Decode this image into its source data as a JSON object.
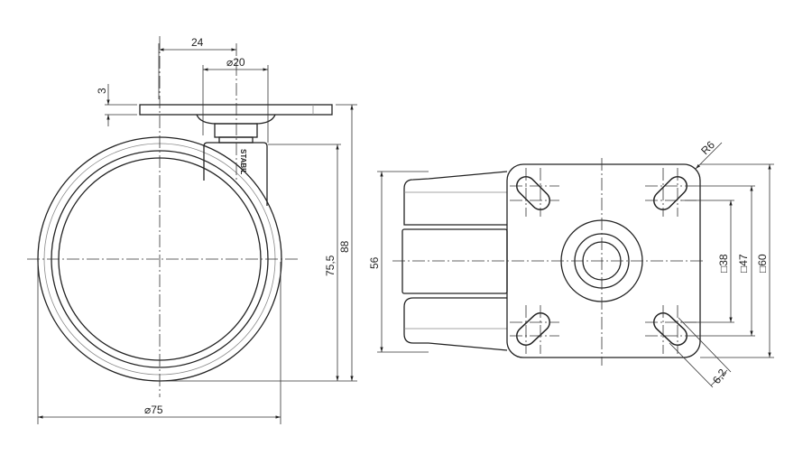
{
  "drawing": {
    "brand_marking": "STABIL",
    "side_view": {
      "dim_offset": "24",
      "dim_stem_diameter": "⌀20",
      "dim_plate_thickness": "3",
      "dim_total_height": "88",
      "dim_wheel_height": "75,5",
      "dim_wheel_diameter": "⌀75"
    },
    "top_view": {
      "dim_wheel_width": "56",
      "dim_corner_radius": "R6",
      "dim_hole_square_small": "□38",
      "dim_hole_square_large": "□47",
      "dim_plate_square": "□60",
      "dim_slot_width": "6,2"
    }
  }
}
